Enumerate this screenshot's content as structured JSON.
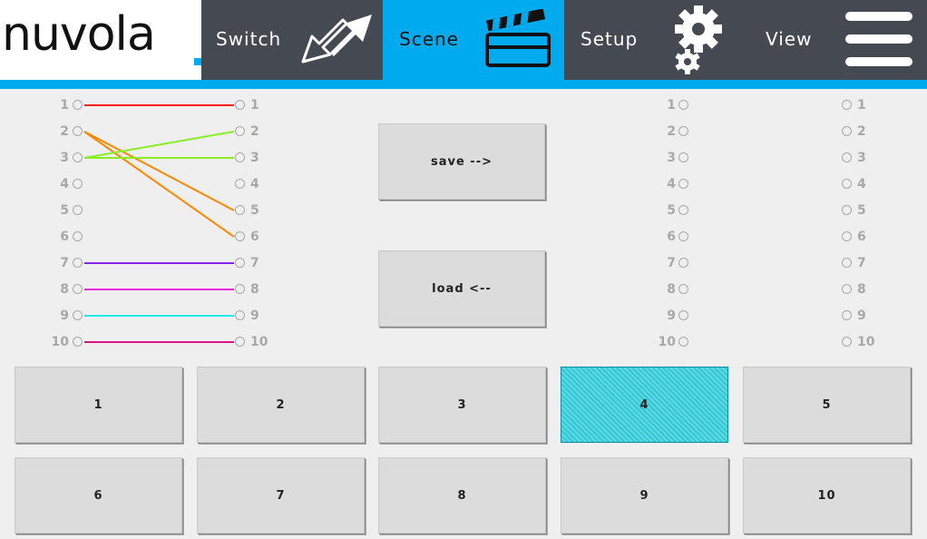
{
  "header": {
    "logo_text": "nuvola",
    "tabs": [
      {
        "label": "Switch",
        "icon": "switch-arrows-icon"
      },
      {
        "label": "Scene",
        "icon": "clapperboard-icon",
        "active": true
      },
      {
        "label": "Setup",
        "icon": "gears-icon"
      },
      {
        "label": "View",
        "icon": "menu-icon"
      }
    ],
    "accent_color": "#00aaee",
    "bar_color": "#454a52"
  },
  "matrix_left": {
    "inputs": [
      "1",
      "2",
      "3",
      "4",
      "5",
      "6",
      "7",
      "8",
      "9",
      "10"
    ],
    "outputs": [
      "1",
      "2",
      "3",
      "4",
      "5",
      "6",
      "7",
      "8",
      "9",
      "10"
    ],
    "routes": [
      {
        "in": 1,
        "out": 1,
        "color": "#ff1a1a"
      },
      {
        "in": 2,
        "out": 5,
        "color": "#ff8800"
      },
      {
        "in": 2,
        "out": 6,
        "color": "#ff8800"
      },
      {
        "in": 3,
        "out": 2,
        "color": "#88ee22"
      },
      {
        "in": 3,
        "out": 3,
        "color": "#88ee22"
      },
      {
        "in": 7,
        "out": 7,
        "color": "#8822ee"
      },
      {
        "in": 8,
        "out": 8,
        "color": "#ee22dd"
      },
      {
        "in": 9,
        "out": 9,
        "color": "#22e8f0"
      },
      {
        "in": 10,
        "out": 10,
        "color": "#dd1188"
      }
    ]
  },
  "matrix_right": {
    "inputs": [
      "1",
      "2",
      "3",
      "4",
      "5",
      "6",
      "7",
      "8",
      "9",
      "10"
    ],
    "outputs": [
      "1",
      "2",
      "3",
      "4",
      "5",
      "6",
      "7",
      "8",
      "9",
      "10"
    ]
  },
  "actions": {
    "save_label": "save -->",
    "load_label": "load <--"
  },
  "scenes": {
    "labels": [
      "1",
      "2",
      "3",
      "4",
      "5",
      "6",
      "7",
      "8",
      "9",
      "10"
    ],
    "selected": 4
  }
}
